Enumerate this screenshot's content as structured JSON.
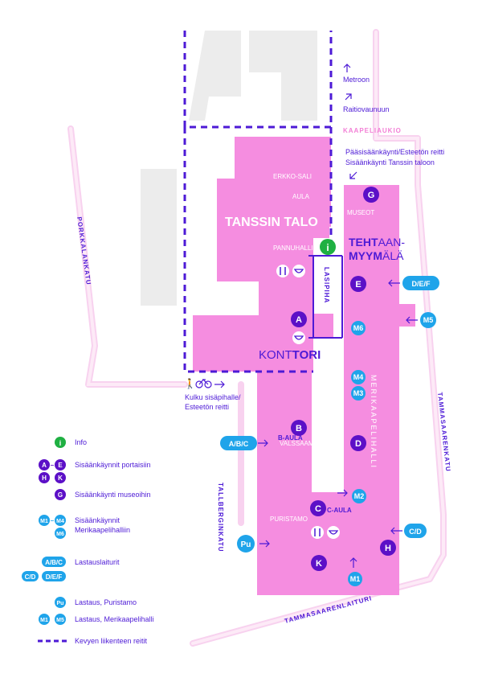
{
  "colors": {
    "building": "#f58de0",
    "building_dark": "#e97fd4",
    "purple": "#5c10c7",
    "dark_purple": "#4a0aa8",
    "cyan": "#1fa4ea",
    "green": "#1fb042",
    "street": "#fde3f5",
    "street_line": "#f7c8ea",
    "gray": "#ebebeb",
    "label_purple": "#3d1fb0",
    "white": "#ffffff"
  },
  "streets": {
    "porkkala": "PORKKALANKATU",
    "tammasaarenkatu": "TAMMASAARENKATU",
    "tallberginkatu": "TALLBERGINKATU",
    "tammasaarenlaituri": "TAMMASAARENLAITURI",
    "kaapeliaukio": "KAAPELIAUKIO",
    "lasipiha": "LASIPIHA",
    "merikaapelihalli": "MERIKAAPELIHALLI"
  },
  "transit": {
    "metro": "Metroon",
    "tram": "Raitiovaunuun"
  },
  "entrances_note": {
    "line1": "Pääsisäänkäynti/Esteetön reitti",
    "line2": "Sisäänkäynti Tanssin taloon"
  },
  "bike_note": {
    "line1": "Kulku sisäpihalle/",
    "line2": "Esteetön reitti"
  },
  "venues": {
    "erkko": "ERKKO-SALI",
    "aula": "AULA",
    "tanssin_talo": "TANSSIN TALO",
    "pannuhalli": "PANNUHALLI",
    "museot": "MUSEOT",
    "tehtaan_1_a": "TEHT",
    "tehtaan_1_b": "AAN-",
    "tehtaan_2_a": "MYYM",
    "tehtaan_2_b": "ÄLÄ",
    "konttori_a": "KONT",
    "konttori_b": "TORI",
    "b_aula": "B-AULA",
    "valssaamo": "VALSSAAMO",
    "c_aula": "C-AULA",
    "puristamo": "PURISTAMO"
  },
  "markers": {
    "info": "i",
    "A": "A",
    "B": "B",
    "C": "C",
    "D": "D",
    "E": "E",
    "G": "G",
    "H": "H",
    "K": "K",
    "M1": "M1",
    "M2": "M2",
    "M3": "M3",
    "M4": "M4",
    "M5": "M5",
    "M6": "M6",
    "DEF": "D/E/F",
    "ABC": "A/B/C",
    "CD": "C/D",
    "Pu": "Pu"
  },
  "legend": [
    {
      "id": "info",
      "label": "Info"
    },
    {
      "id": "stairs",
      "label": "Sisäänkäynnit portaisiin"
    },
    {
      "id": "museum",
      "label": "Sisäänkäynti museoihin"
    },
    {
      "id": "merikaapeli_line1",
      "label": "Sisäänkäynnit"
    },
    {
      "id": "merikaapeli_line2",
      "label": "Merikaapelihalliin"
    },
    {
      "id": "loading",
      "label": "Lastauslaiturit"
    },
    {
      "id": "puristamo",
      "label": "Lastaus, Puristamo"
    },
    {
      "id": "merikaapelihalli",
      "label": "Lastaus, Merikaapelihalli"
    },
    {
      "id": "light_traffic",
      "label": "Kevyen liikenteen reitit"
    }
  ],
  "legend_badges": {
    "A": "A",
    "E": "E",
    "H": "H",
    "K": "K",
    "G": "G",
    "M1": "M1",
    "M4": "M4",
    "M6": "M6",
    "ABC": "A/B/C",
    "CD": "C/D",
    "DEF": "D/E/F",
    "Pu": "Pu",
    "M5": "M5",
    "info": "i",
    "range": "–"
  }
}
